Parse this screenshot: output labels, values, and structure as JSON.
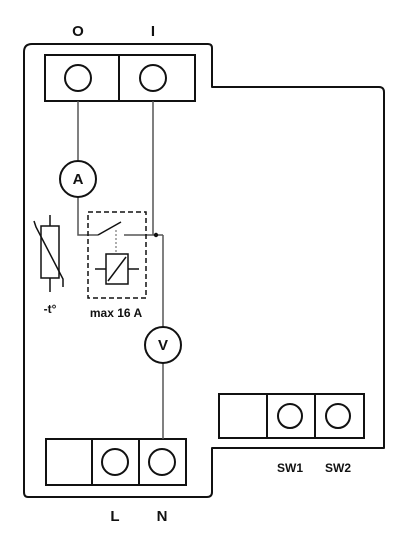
{
  "top_labels": {
    "out": "O",
    "in": "I"
  },
  "bottom_labels": {
    "live": "L",
    "neutral": "N"
  },
  "switch_labels": {
    "sw1": "SW1",
    "sw2": "SW2"
  },
  "meters": {
    "ammeter": "A",
    "voltmeter": "V"
  },
  "thermistor_label": "-t°",
  "relay_label": "max 16 A",
  "colors": {
    "stroke": "#111111",
    "background": "#ffffff",
    "text": "#111111"
  }
}
